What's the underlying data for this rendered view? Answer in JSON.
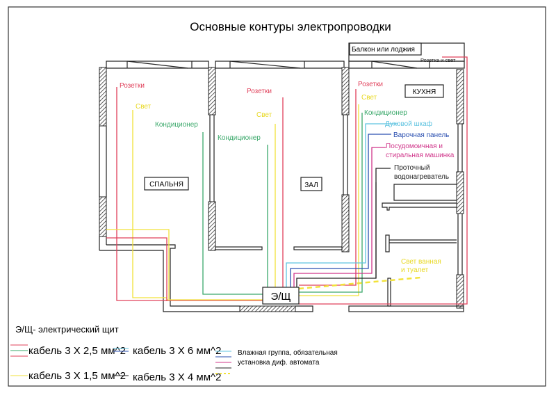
{
  "title": "Основные контуры электропроводки",
  "colors": {
    "red": "#e0405a",
    "yellow": "#f2e23a",
    "green": "#3aa86a",
    "cyan": "#5ec3e0",
    "blue": "#2a4fb0",
    "pink": "#d0358a",
    "black": "#222222"
  },
  "rooms": {
    "bedroom": {
      "name": "СПАЛЬНЯ",
      "labels": [
        "Розетки",
        "Свет",
        "Кондиционер"
      ]
    },
    "hall": {
      "name": "ЗАЛ",
      "labels": [
        "Розетки",
        "Свет",
        "Кондиционер"
      ]
    },
    "kitchen": {
      "name": "КУХНЯ",
      "labels": [
        "Розетки",
        "Свет",
        "Кондиционер",
        "Духовой шкаф",
        "Варочная панель",
        "Посудомоичная и",
        "стиральная машинка",
        "Проточный",
        "водонагреватель"
      ]
    },
    "balcony": {
      "name": "Балкон или лоджия",
      "label": "Розетка и свет"
    },
    "bathroom": {
      "label_1": "Свет ванная",
      "label_2": "и туалет"
    }
  },
  "panel": "Э/Щ",
  "legend": {
    "title": "Э/Щ- электрический щит",
    "cable_25": "кабель 3 X 2,5 мм^2",
    "cable_6": "кабель 3 X 6 мм^2",
    "cable_15": "кабель 3 X 1,5 мм^2",
    "cable_4": "кабель 3 X 4 мм^2",
    "wet_1": "Влажная группа, обязательная",
    "wet_2": "установка диф.  автомата"
  }
}
